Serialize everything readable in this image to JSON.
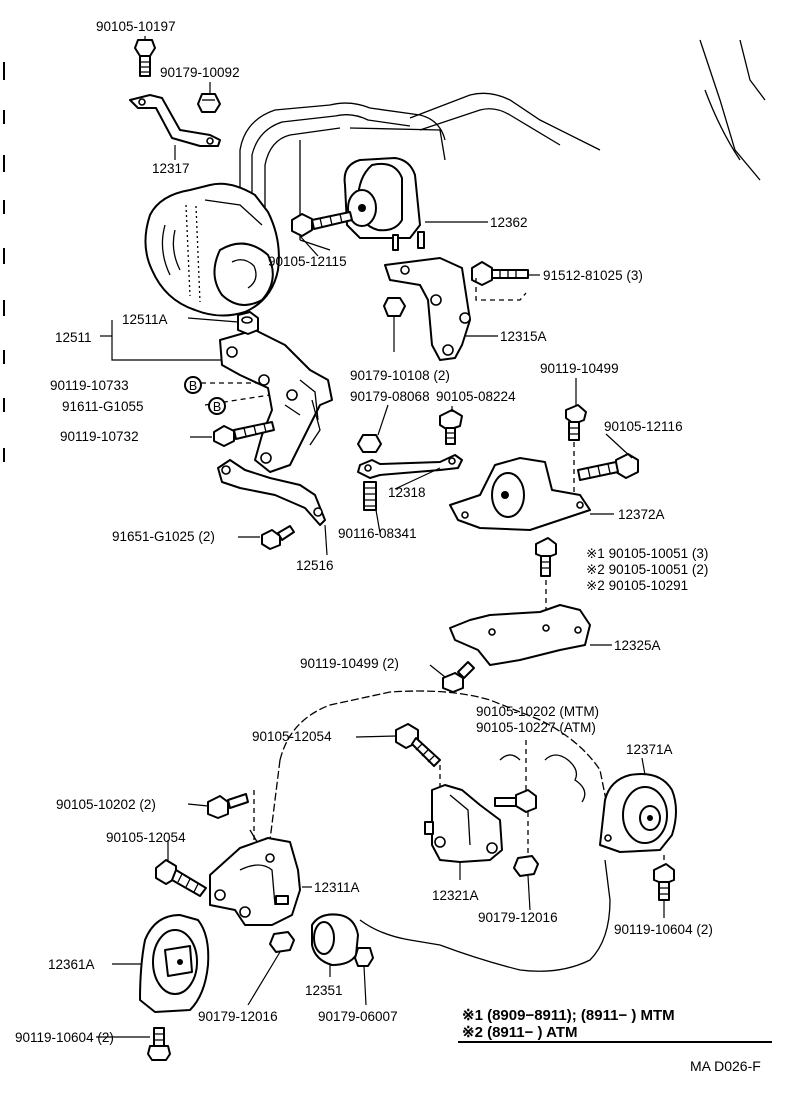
{
  "labels": {
    "l90105_10197": "90105-10197",
    "l90179_10092": "90179-10092",
    "l12317": "12317",
    "l12362": "12362",
    "l90105_12115": "90105-12115",
    "l91512_81025": "91512-81025 (3)",
    "l12511": "12511",
    "l12511A": "12511A",
    "l12315A": "12315A",
    "l90179_10108": "90179-10108 (2)",
    "l90119_10733": "90119-10733",
    "l91611_G1055": "91611-G1055",
    "l90119_10499_top": "90119-10499",
    "l90179_08068": "90179-08068",
    "l90105_08224": "90105-08224",
    "l90119_10732": "90119-10732",
    "l90105_12116": "90105-12116",
    "l12318": "12318",
    "l12372A": "12372A",
    "l91651_G1025": "91651-G1025 (2)",
    "l90116_08341": "90116-08341",
    "l12516": "12516",
    "l90105_10051_3": "※1 90105-10051 (3)",
    "l90105_10051_2": "※2 90105-10051 (2)",
    "l90105_10291": "※2 90105-10291",
    "l12325A": "12325A",
    "l90119_10499_2": "90119-10499 (2)",
    "l90105_10202_mtm": "90105-10202 (MTM)",
    "l90105_10227_atm": "90105-10227 (ATM)",
    "l90105_12054_a": "90105-12054",
    "l12371A": "12371A",
    "l90105_10202_2": "90105-10202 (2)",
    "l90105_12054_b": "90105-12054",
    "l12311A": "12311A",
    "l12321A": "12321A",
    "l90179_12016_a": "90179-12016",
    "l90119_10604_a": "90119-10604 (2)",
    "l12361A": "12361A",
    "l12351": "12351",
    "l90179_12016_b": "90179-12016",
    "l90179_06007": "90179-06007",
    "l90119_10604_b": "90119-10604 (2)"
  },
  "callout_symbol": "B",
  "footnotes": {
    "note1": "※1 (8909−8911); (8911−        ) MTM",
    "note2": "※2 (8911−        ) ATM"
  },
  "drawing_code": "MA D026-F"
}
